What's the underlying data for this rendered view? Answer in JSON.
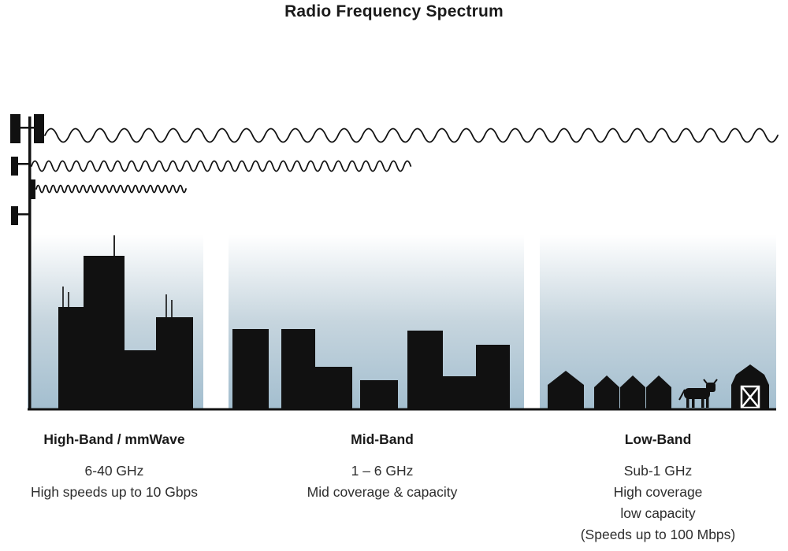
{
  "title": "Radio Frequency Spectrum",
  "bands": [
    {
      "label": "High-Band / mmWave",
      "lines": [
        "6-40 GHz",
        "High speeds up to 10 Gbps"
      ]
    },
    {
      "label": "Mid-Band",
      "lines": [
        "1 – 6 GHz",
        "Mid coverage & capacity"
      ]
    },
    {
      "label": "Low-Band",
      "lines": [
        "Sub-1 GHz",
        "High coverage",
        "low capacity",
        "(Speeds up to 100 Mbps)"
      ]
    }
  ],
  "icons": [
    "cell-tower-icon",
    "low-frequency-wave-icon",
    "mid-frequency-wave-icon",
    "high-frequency-wave-icon",
    "high-band-skyline-icon",
    "mid-band-skyline-icon",
    "house-icon",
    "cow-icon",
    "barn-icon"
  ],
  "colors": {
    "ink": "#111111",
    "sky_top": "#ffffff",
    "sky_mid": "#c6d5de",
    "sky_bottom": "#a3becf"
  }
}
